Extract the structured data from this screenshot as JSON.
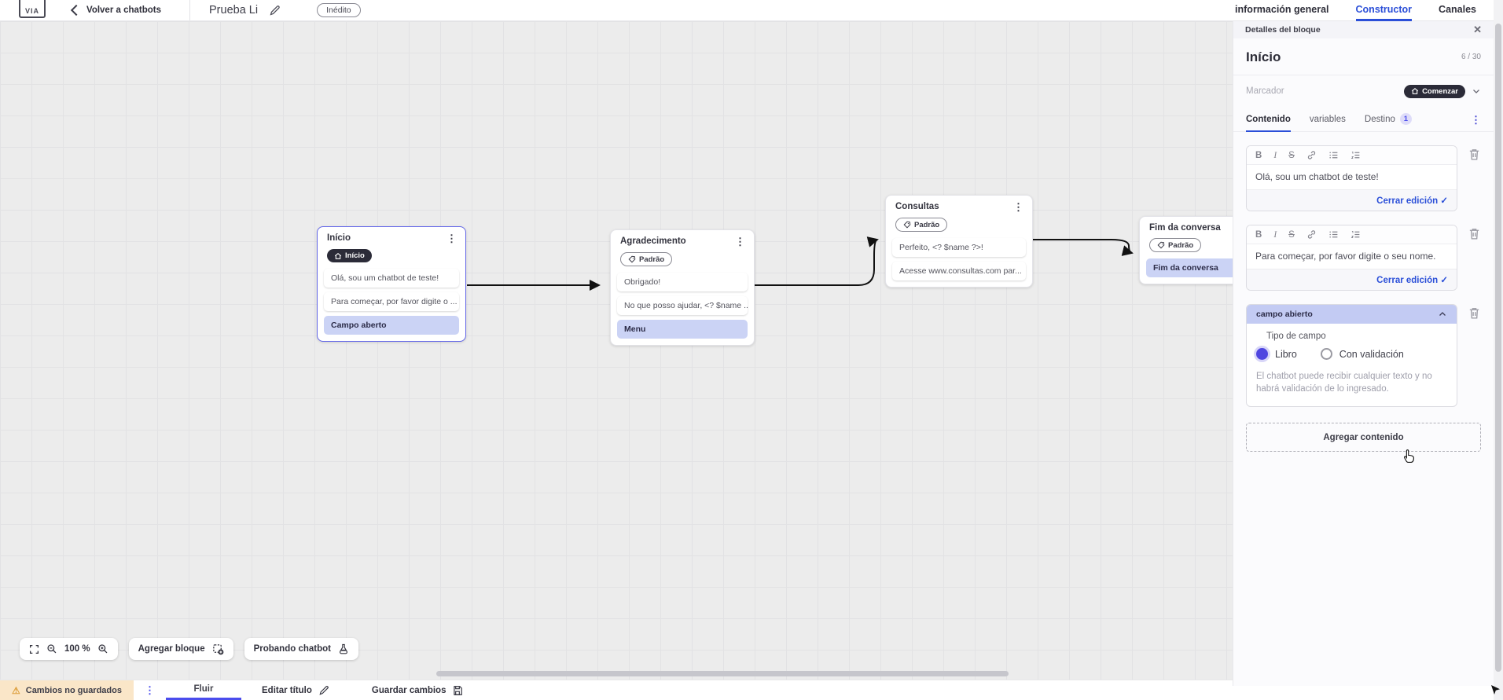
{
  "header": {
    "logo_text": "VIA",
    "back_label": "Volver a chatbots",
    "bot_title": "Prueba Li",
    "status_badge": "Inédito",
    "tabs": [
      {
        "label": "información general"
      },
      {
        "label": "Constructor"
      },
      {
        "label": "Canales"
      }
    ]
  },
  "canvas": {
    "nodes": [
      {
        "title": "Início",
        "badge": "Início",
        "items": [
          {
            "text": "Olá, sou um chatbot de teste!"
          },
          {
            "text": "Para começar, por favor digite o ..."
          },
          {
            "text": "Campo aberto"
          }
        ]
      },
      {
        "title": "Agradecimento",
        "badge": "Padrão",
        "items": [
          {
            "text": "Obrigado!"
          },
          {
            "text": "No que posso ajudar, <? $name ..."
          },
          {
            "text": "Menu"
          }
        ]
      },
      {
        "title": "Consultas",
        "badge": "Padrão",
        "items": [
          {
            "text": "Perfeito, <? $name ?>!"
          },
          {
            "text": "Acesse www.consultas.com par..."
          }
        ]
      },
      {
        "title": "Fim da conversa",
        "badge": "Padrão",
        "items": [
          {
            "text": "Fim da conversa"
          }
        ]
      }
    ]
  },
  "toolbar": {
    "zoom_level": "100 %",
    "add_block": "Agregar bloque",
    "test_chatbot": "Probando chatbot"
  },
  "panel": {
    "title": "Detalles del bloque",
    "block_name": "Início",
    "char_count": "6 / 30",
    "marker_placeholder": "Marcador",
    "marker_badge": "Comenzar",
    "tabs": [
      {
        "label": "Contenido"
      },
      {
        "label": "variables"
      },
      {
        "label": "Destino",
        "badge": "1"
      }
    ],
    "editors": [
      {
        "text": "Olá, sou um chatbot de teste!",
        "close_label": "Cerrar edición"
      },
      {
        "text": "Para começar, por favor digite o seu nome.",
        "close_label": "Cerrar edición"
      }
    ],
    "open_field": {
      "header": "campo abierto",
      "type_label": "Tipo de campo",
      "options": [
        {
          "label": "Libro"
        },
        {
          "label": "Con validación"
        }
      ],
      "description": "El chatbot puede recibir cualquier texto y no habrá validación de lo ingresado."
    },
    "add_content_label": "Agregar contenido"
  },
  "footer": {
    "unsaved_label": "Cambios no guardados",
    "flow_tab": "Fluir",
    "edit_title_label": "Editar título",
    "save_label": "Guardar cambios"
  },
  "icons": {
    "close": "✕",
    "kebab": "⋮",
    "warning": "⚠",
    "check": "✓"
  },
  "colors": {
    "accent_blue": "#2b4fd8",
    "indigo_underline": "#4b4ded",
    "highlight_item": "#cbd3f5",
    "open_field_header": "#c3cbf3",
    "dark_badge": "#2b2b38",
    "unsaved_bg": "#fae6c8",
    "radio_selected": "#4f46e0"
  }
}
